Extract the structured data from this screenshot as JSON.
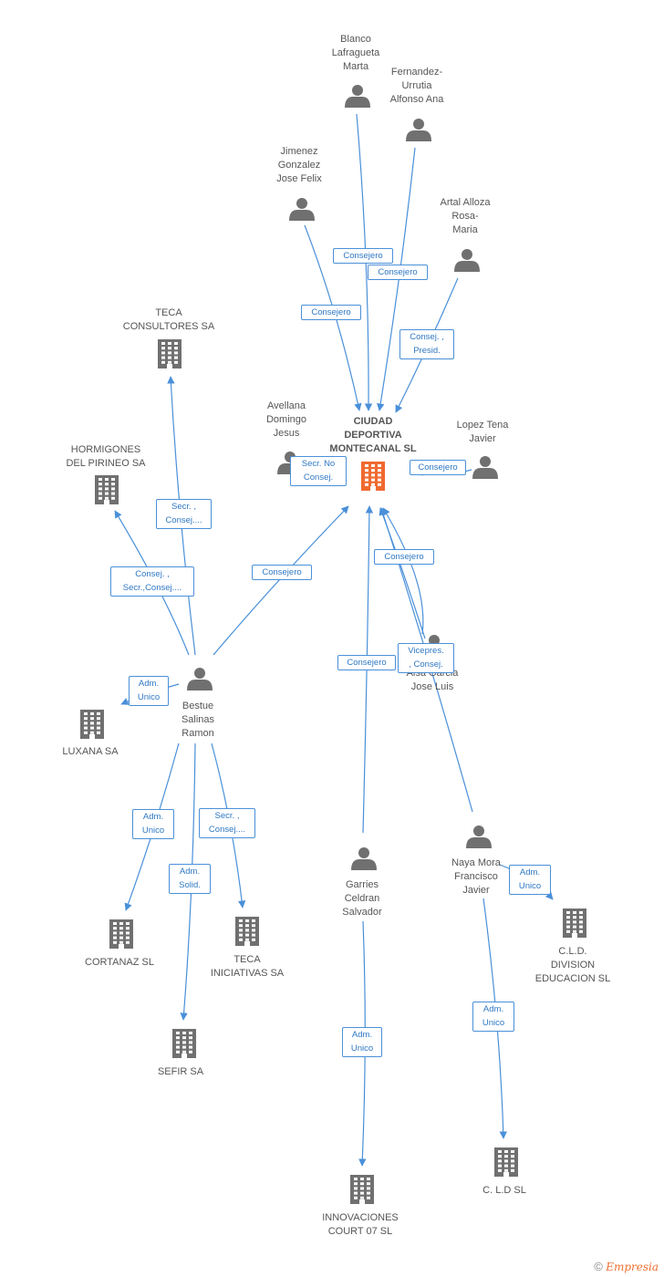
{
  "colors": {
    "edge": "#4a90d9",
    "node": "#707070",
    "center": "#f06a30",
    "tag_text": "#2f78c4"
  },
  "nodes": [
    {
      "id": "ciudad",
      "type": "company",
      "center": true,
      "label": "CIUDAD\nDEPORTIVA\nMONTECANAL SL"
    },
    {
      "id": "blanco",
      "type": "person",
      "label": "Blanco\nLafragueta\nMarta"
    },
    {
      "id": "fernandez",
      "type": "person",
      "label": "Fernandez-\nUrrutia\nAlfonso Ana"
    },
    {
      "id": "jimenez",
      "type": "person",
      "label": "Jimenez\nGonzalez\nJose Felix"
    },
    {
      "id": "artal",
      "type": "person",
      "label": "Artal Alloza\nRosa-\nMaria"
    },
    {
      "id": "avellana",
      "type": "person",
      "label": "Avellana\nDomingo\nJesus"
    },
    {
      "id": "lopez",
      "type": "person",
      "label": "Lopez Tena\nJavier"
    },
    {
      "id": "teca_cons",
      "type": "company",
      "label": "TECA\nCONSULTORES SA"
    },
    {
      "id": "hormigones",
      "type": "company",
      "label": "HORMIGONES\nDEL PIRINEO SA"
    },
    {
      "id": "bestue",
      "type": "person",
      "label": "Bestue\nSalinas\nRamon"
    },
    {
      "id": "luxana",
      "type": "company",
      "label": "LUXANA SA"
    },
    {
      "id": "cortanaz",
      "type": "company",
      "label": "CORTANAZ  SL"
    },
    {
      "id": "teca_inic",
      "type": "company",
      "label": "TECA\nINICIATIVAS SA"
    },
    {
      "id": "sefir",
      "type": "company",
      "label": "SEFIR SA"
    },
    {
      "id": "aisa",
      "type": "person",
      "label": "Aisa Garcia\nJose Luis"
    },
    {
      "id": "garries",
      "type": "person",
      "label": "Garries\nCeldran\nSalvador"
    },
    {
      "id": "innovaciones",
      "type": "company",
      "label": "INNOVACIONES\nCOURT 07 SL"
    },
    {
      "id": "naya",
      "type": "person",
      "label": "Naya Mora\nFrancisco\nJavier"
    },
    {
      "id": "cld_div",
      "type": "company",
      "label": "C.L.D.\nDIVISION\nEDUCACION SL"
    },
    {
      "id": "cld_sl",
      "type": "company",
      "label": "C. L.D SL"
    }
  ],
  "edges": [
    {
      "from": "blanco",
      "to": "ciudad",
      "label": "Consejero"
    },
    {
      "from": "fernandez",
      "to": "ciudad",
      "label": "Consejero"
    },
    {
      "from": "jimenez",
      "to": "ciudad",
      "label": "Consejero"
    },
    {
      "from": "artal",
      "to": "ciudad",
      "label": "Consej. ,\nPresid."
    },
    {
      "from": "avellana",
      "to": "ciudad",
      "label": "Secr.  No\nConsej."
    },
    {
      "from": "lopez",
      "to": "ciudad",
      "label": "Consejero"
    },
    {
      "from": "bestue",
      "to": "teca_cons",
      "label": "Secr. ,\nConsej...."
    },
    {
      "from": "bestue",
      "to": "hormigones",
      "label": "Consej. ,\nSecr.,Consej...."
    },
    {
      "from": "bestue",
      "to": "ciudad",
      "label": "Consejero"
    },
    {
      "from": "bestue",
      "to": "luxana",
      "label": "Adm.\nUnico"
    },
    {
      "from": "bestue",
      "to": "cortanaz",
      "label": "Adm.\nUnico"
    },
    {
      "from": "bestue",
      "to": "teca_inic",
      "label": "Secr. ,\nConsej...."
    },
    {
      "from": "bestue",
      "to": "sefir",
      "label": "Adm.\nSolid."
    },
    {
      "from": "aisa",
      "to": "ciudad",
      "label": "Consejero"
    },
    {
      "from": "aisa",
      "to": "ciudad",
      "label": "Vicepres.\n, Consej."
    },
    {
      "from": "garries",
      "to": "ciudad",
      "label": "Consejero"
    },
    {
      "from": "garries",
      "to": "innovaciones",
      "label": "Adm.\nUnico"
    },
    {
      "from": "naya",
      "to": "ciudad",
      "label": ""
    },
    {
      "from": "naya",
      "to": "cld_div",
      "label": "Adm.\nUnico"
    },
    {
      "from": "naya",
      "to": "cld_sl",
      "label": "Adm.\nUnico"
    }
  ],
  "footer": {
    "copyright": "©",
    "brand": "Empresia"
  }
}
